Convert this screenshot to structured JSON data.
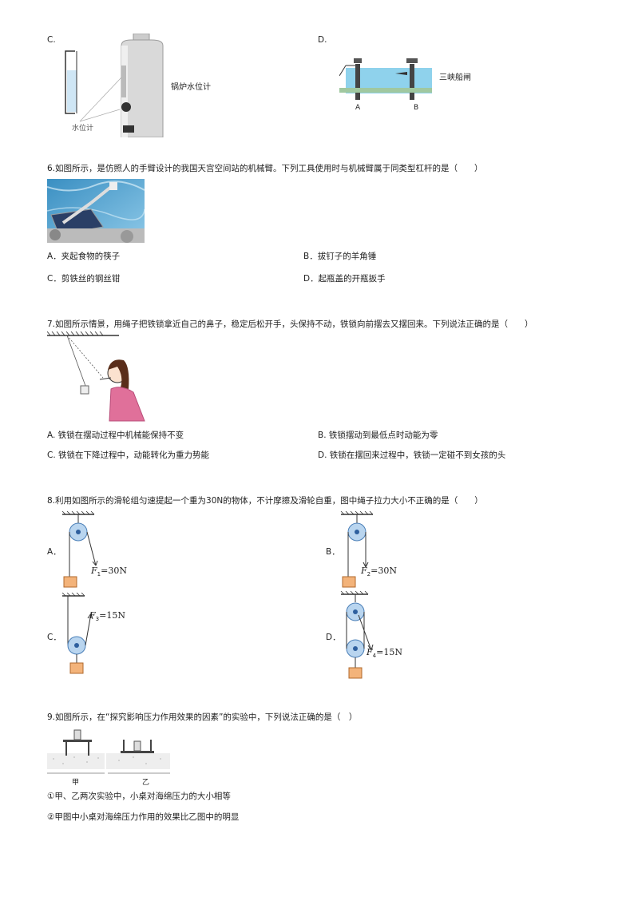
{
  "q5": {
    "opt_c_label": "C.",
    "opt_c_caption": "锅炉水位计",
    "opt_c_small": "水位计",
    "opt_d_label": "D.",
    "opt_d_caption": "三峡船闸",
    "opt_d_a": "A",
    "opt_d_b": "B"
  },
  "q6": {
    "stem": "6.如图所示，是仿照人的手臂设计的我国天宫空间站的机械臂。下列工具使用时与机械臂属于同类型杠杆的是（　　）",
    "options": [
      "A．夹起食物的筷子",
      "B．拔钉子的羊角锤",
      "C．剪铁丝的钢丝钳",
      "D．起瓶盖的开瓶扳手"
    ]
  },
  "q7": {
    "stem": "7.如图所示情景，用绳子把铁锁拿近自己的鼻子，稳定后松开手，头保持不动，铁锁向前摆去又摆回来。下列说法正确的是（　　）",
    "options": [
      "A. 铁锁在摆动过程中机械能保持不变",
      "B. 铁锁摆动到最低点时动能为零",
      "C. 铁锁在下降过程中，动能转化为重力势能",
      "D. 铁锁在摆回来过程中，铁锁一定碰不到女孩的头"
    ]
  },
  "q8": {
    "stem": "8.利用如图所示的滑轮组匀速提起一个重为30N的物体，不计摩擦及滑轮自重，图中绳子拉力大小不正确的是（　　）",
    "labels": [
      "A．",
      "B．",
      "C．",
      "D．"
    ],
    "forces": [
      {
        "sym": "F",
        "sub": "1",
        "val": "=30N"
      },
      {
        "sym": "F",
        "sub": "2",
        "val": "=30N"
      },
      {
        "sym": "F",
        "sub": "3",
        "val": "=15N"
      },
      {
        "sym": "F",
        "sub": "4",
        "val": "=15N"
      }
    ]
  },
  "q9": {
    "stem": "9.如图所示，在“探究影响压力作用效果的因素”的实验中，下列说法正确的是（　）",
    "label_jia": "甲",
    "label_yi": "乙",
    "statements": [
      "①甲、乙两次实验中，小桌对海绵压力的大小相等",
      "②甲图中小桌对海绵压力作用的效果比乙图中的明显"
    ]
  }
}
